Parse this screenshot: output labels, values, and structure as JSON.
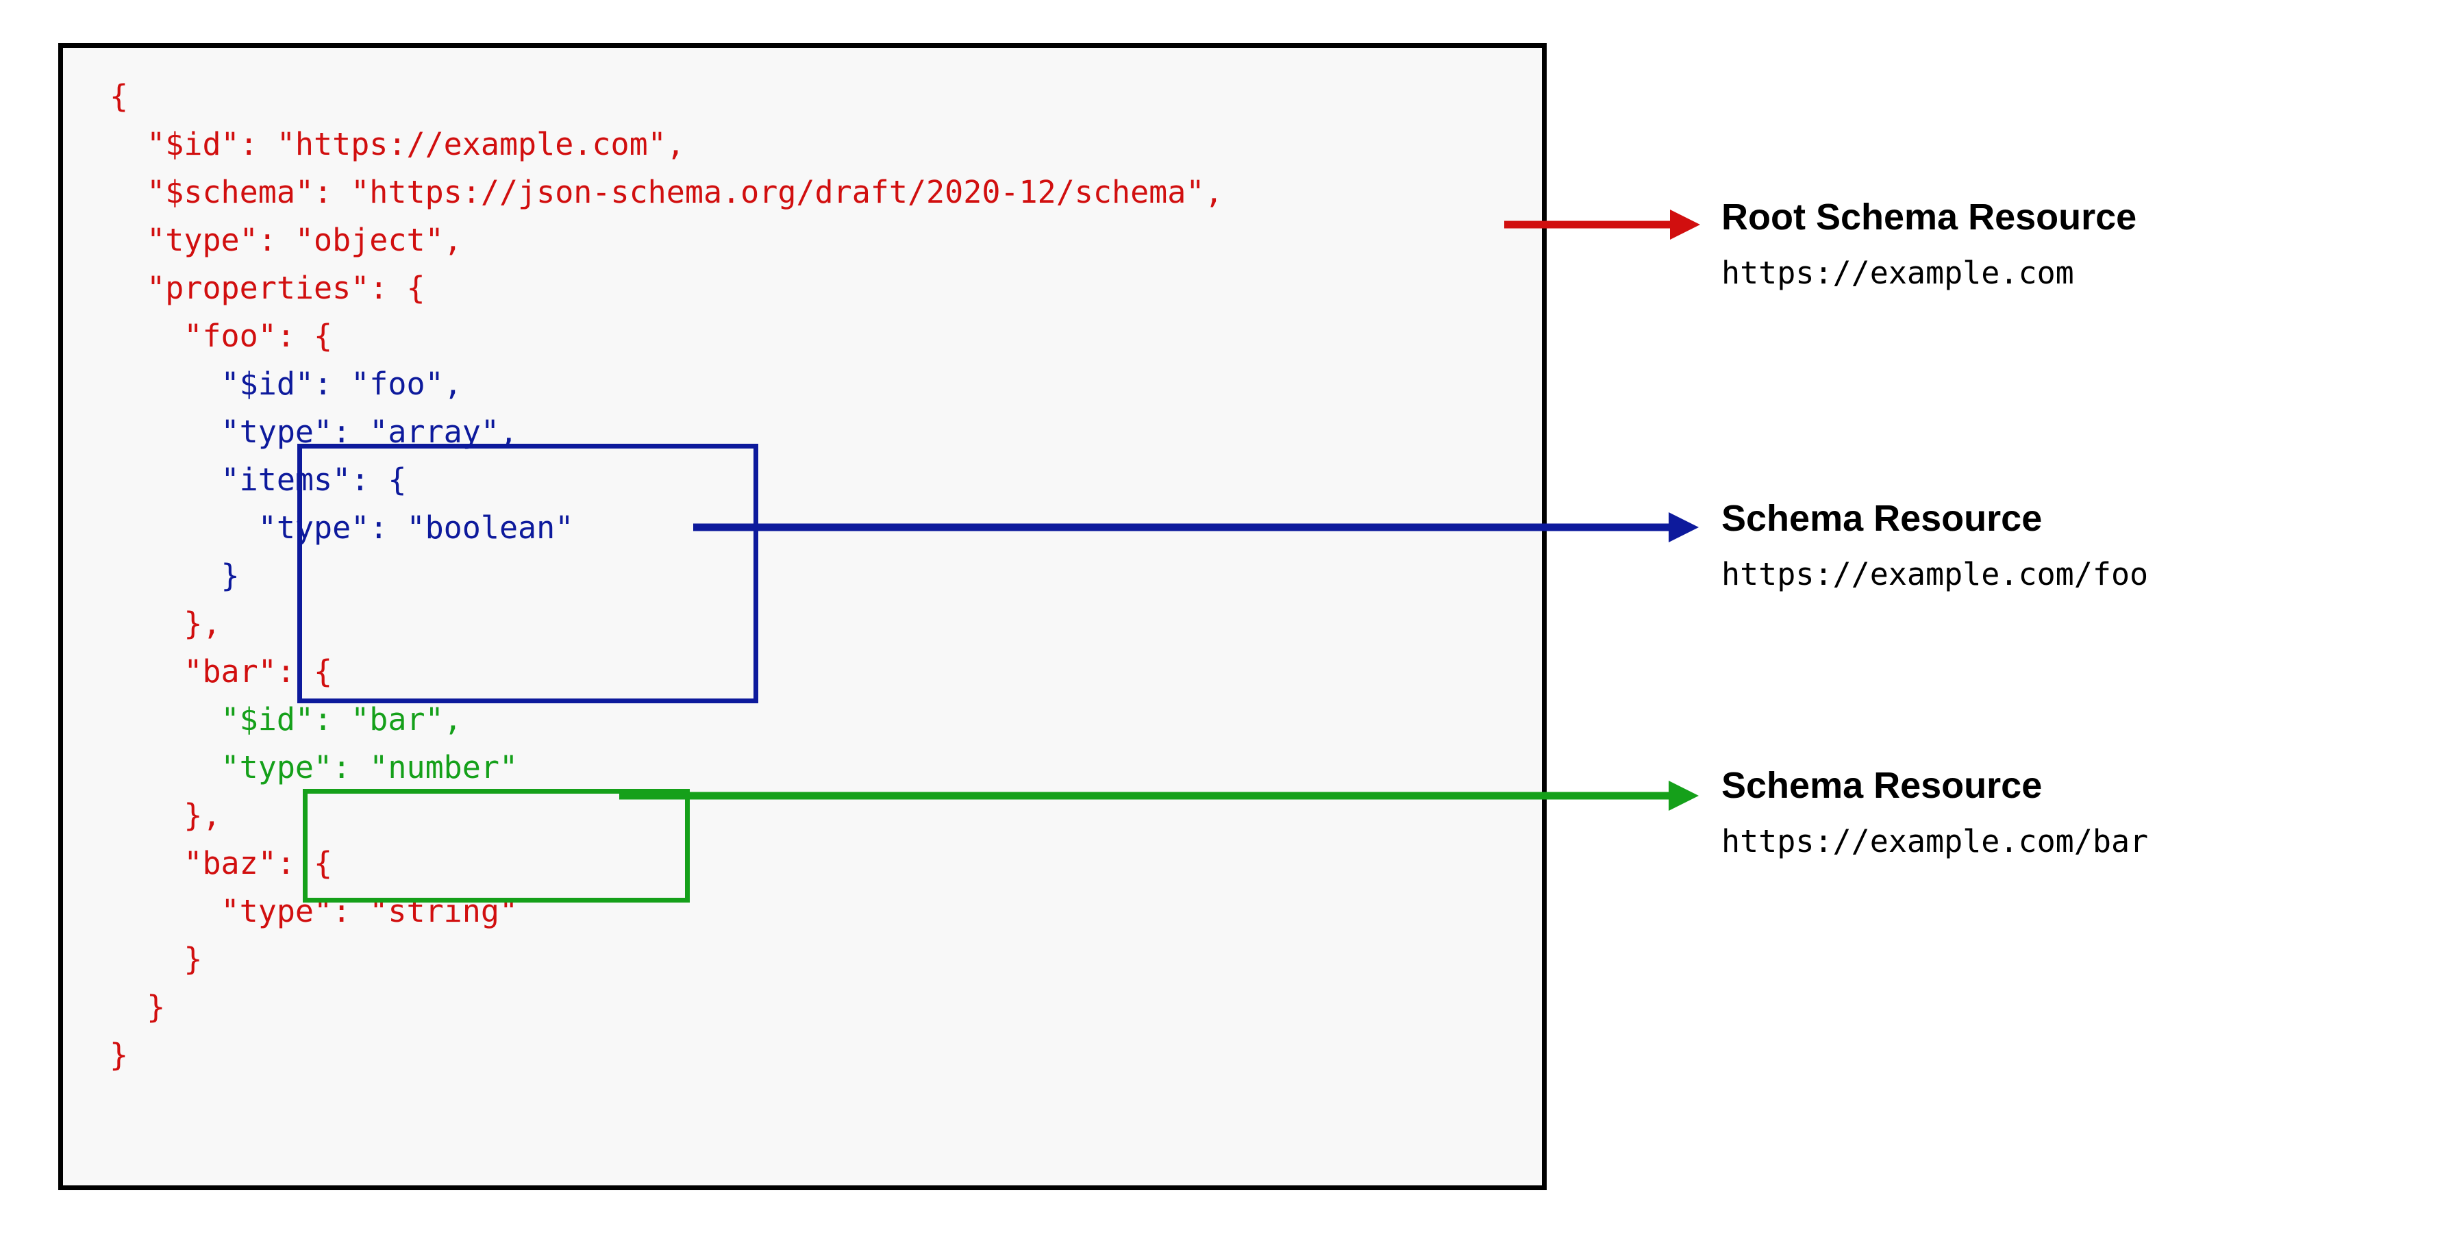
{
  "diagram": {
    "colors": {
      "root_schema": "#d10f0f",
      "foo_schema": "#0d1a9c",
      "bar_schema": "#15a01a",
      "panel_border": "#000000",
      "panel_fill": "#f8f8f8"
    }
  },
  "code": {
    "lines": [
      {
        "text": "{",
        "color": "root"
      },
      {
        "text": "  \"$id\": \"https://example.com\",",
        "color": "root"
      },
      {
        "text": "  \"$schema\": \"https://json-schema.org/draft/2020-12/schema\",",
        "color": "root"
      },
      {
        "text": "  \"type\": \"object\",",
        "color": "root"
      },
      {
        "text": "  \"properties\": {",
        "color": "root"
      },
      {
        "text": "    \"foo\": {",
        "color": "root"
      },
      {
        "text": "      \"$id\": \"foo\",",
        "color": "foo"
      },
      {
        "text": "      \"type\": \"array\",",
        "color": "foo"
      },
      {
        "text": "      \"items\": {",
        "color": "foo"
      },
      {
        "text": "        \"type\": \"boolean\"",
        "color": "foo"
      },
      {
        "text": "      }",
        "color": "foo"
      },
      {
        "text": "    },",
        "color": "root"
      },
      {
        "text": "    \"bar\": {",
        "color": "root"
      },
      {
        "text": "      \"$id\": \"bar\",",
        "color": "bar"
      },
      {
        "text": "      \"type\": \"number\"",
        "color": "bar"
      },
      {
        "text": "    },",
        "color": "root"
      },
      {
        "text": "    \"baz\": {",
        "color": "root"
      },
      {
        "text": "      \"type\": \"string\"",
        "color": "root"
      },
      {
        "text": "    }",
        "color": "root"
      },
      {
        "text": "  }",
        "color": "root"
      },
      {
        "text": "}",
        "color": "root"
      }
    ]
  },
  "annotations": [
    {
      "id": "root",
      "title": "Root Schema Resource",
      "url": "https://example.com",
      "color": "#d10f0f"
    },
    {
      "id": "foo",
      "title": "Schema Resource",
      "url": "https://example.com/foo",
      "color": "#0d1a9c"
    },
    {
      "id": "bar",
      "title": "Schema Resource",
      "url": "https://example.com/bar",
      "color": "#15a01a"
    }
  ]
}
